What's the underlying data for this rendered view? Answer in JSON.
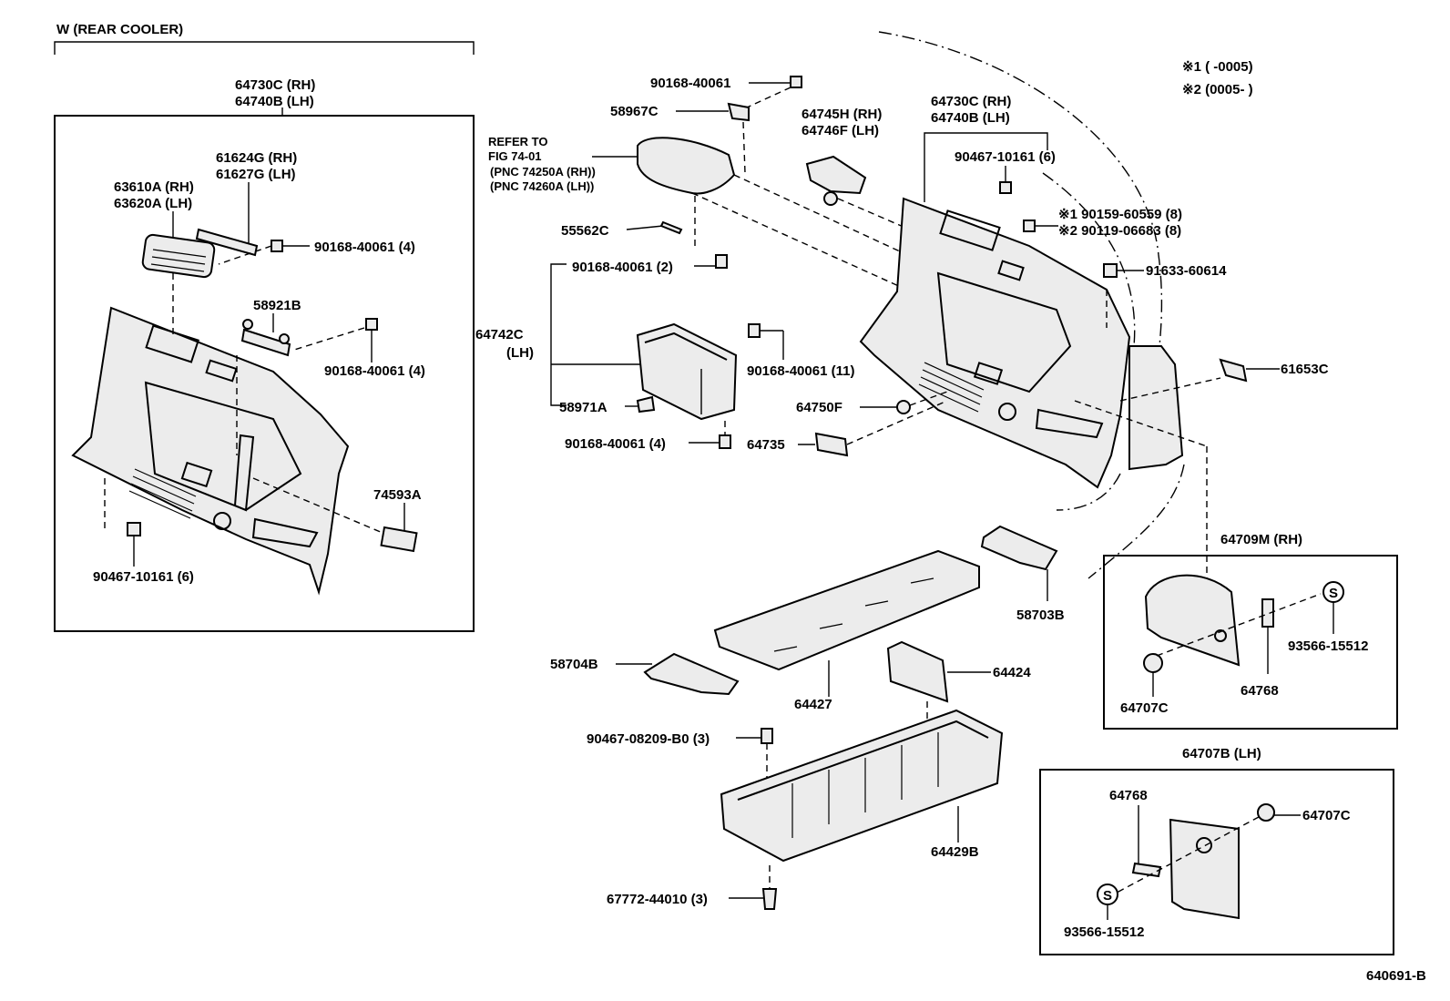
{
  "header": {
    "section_title": "W (REAR COOLER)",
    "note1": "※1 (       -0005)",
    "note2": "※2 (0005-       )",
    "figure_id": "640691-B"
  },
  "inset_rear_cooler": {
    "trim_rh": "64730C (RH)",
    "trim_lh": "64740B (LH)",
    "cover_rh": "61624G (RH)",
    "cover_lh": "61627G (LH)",
    "vent_rh": "63610A (RH)",
    "vent_lh": "63620A (LH)",
    "screw_a": "90168-40061 (4)",
    "bracket": "58921B",
    "screw_b": "90168-40061 (4)",
    "plate": "74593A",
    "clip": "90467-10161 (6)"
  },
  "main": {
    "screw_top": "90168-40061",
    "bracket_top": "58967C",
    "refer_1": "REFER TO",
    "refer_2": "FIG 74-01",
    "refer_3": "(PNC 74250A (RH))",
    "refer_4": "(PNC 74260A (LH))",
    "pin": "55562C",
    "screw_2": "90168-40061 (2)",
    "box_lh_1": "64742C",
    "box_lh_2": "(LH)",
    "screw_11": "90168-40061 (11)",
    "bracket_box": "58971A",
    "screw_4": "90168-40061 (4)",
    "handle_rh": "64745H (RH)",
    "handle_lh": "64746F (LH)",
    "trim_rh": "64730C (RH)",
    "trim_lh": "64740B (LH)",
    "clip_6": "90467-10161 (6)",
    "bolt_1": "※1 90159-60559 (8)",
    "bolt_2": "※2 90119-06683 (8)",
    "screw_r": "91633-60614",
    "hook": "61653C",
    "plug": "64750F",
    "cover_small": "64735",
    "bracket_deck": "58703B",
    "deck_board": "64427",
    "side_board": "58704B",
    "tray_cover": "64424",
    "clip_b0": "90467-08209-B0 (3)",
    "tray": "64429B",
    "clip_bottom": "67772-44010 (3)"
  },
  "inset_rh": {
    "title": "64709M (RH)",
    "seal_mark": "S",
    "seal": "93566-15512",
    "knob": "64707C",
    "latch": "64768"
  },
  "inset_lh": {
    "title": "64707B (LH)",
    "latch": "64768",
    "knob": "64707C",
    "seal_mark": "S",
    "seal": "93566-15512"
  }
}
